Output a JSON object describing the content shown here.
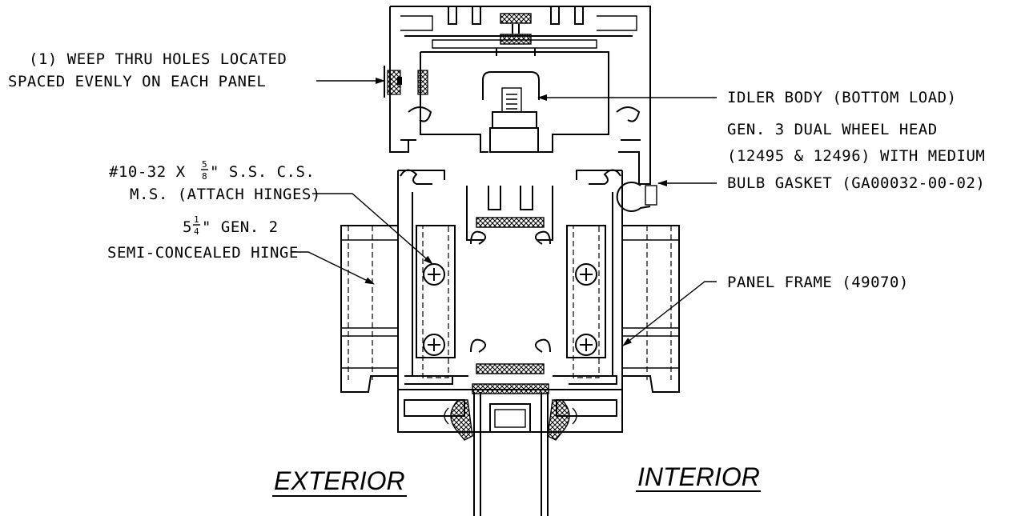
{
  "callouts": {
    "weep_line1": "(1) WEEP THRU HOLES LOCATED",
    "weep_line2": "SPACED EVENLY ON EACH PANEL",
    "idler": "IDLER BODY (BOTTOM LOAD)",
    "head_line1": "GEN. 3 DUAL WHEEL HEAD",
    "head_line2": "(12495 & 12496) WITH MEDIUM",
    "head_line3": "BULB GASKET (GA00032-00-02)",
    "screw_line1_a": "#10-32 X",
    "screw_line1_num": "5",
    "screw_line1_den": "8",
    "screw_line1_b": "\" S.S. C.S.",
    "screw_line2": "M.S. (ATTACH HINGES)",
    "hinge_line1_a": "5",
    "hinge_line1_num": "1",
    "hinge_line1_den": "4",
    "hinge_line1_b": "\" GEN. 2",
    "hinge_line2": "SEMI-CONCEALED HINGE",
    "panel_frame": "PANEL FRAME (49070)"
  },
  "sides": {
    "exterior": "EXTERIOR",
    "interior": "INTERIOR"
  }
}
